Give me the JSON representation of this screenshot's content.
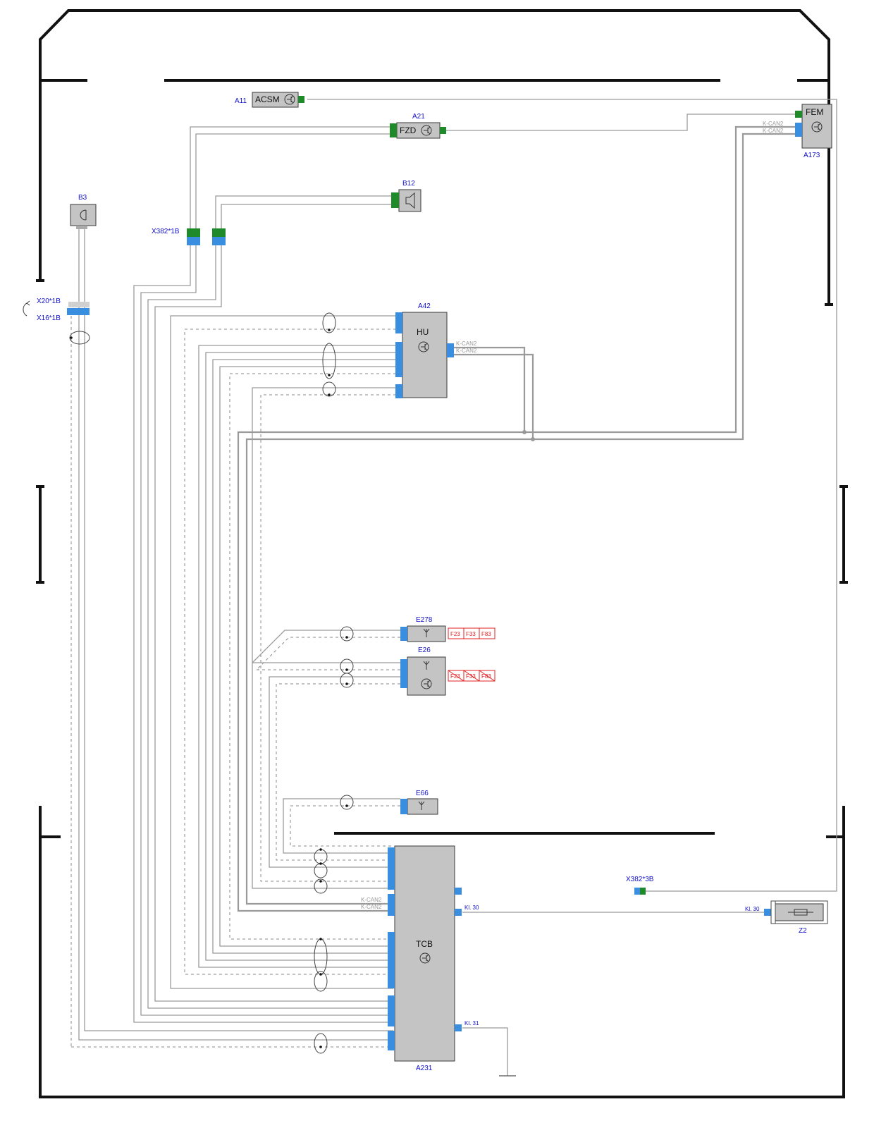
{
  "components": {
    "a11": {
      "ref": "A11",
      "name": "ACSM"
    },
    "a21": {
      "ref": "A21",
      "name": "FZD"
    },
    "a173": {
      "ref": "A173",
      "name": "FEM"
    },
    "b3": {
      "ref": "B3"
    },
    "b12": {
      "ref": "B12"
    },
    "a42": {
      "ref": "A42",
      "name": "HU"
    },
    "e278": {
      "ref": "E278"
    },
    "e26": {
      "ref": "E26"
    },
    "e66": {
      "ref": "E66"
    },
    "a231": {
      "ref": "A231",
      "name": "TCB"
    },
    "z2": {
      "ref": "Z2"
    }
  },
  "connectors": {
    "x382_1b": "X382*1B",
    "x382_3b": "X382*3B",
    "x20_1b": "X20*1B",
    "x16_1b": "X16*1B"
  },
  "bus_labels": {
    "k_can2": "K-CAN2"
  },
  "terminal_labels": {
    "kl30": "Kl. 30",
    "kl31": "Kl. 31"
  },
  "fuse_labels": [
    "F23",
    "F33",
    "F83"
  ],
  "colors": {
    "frame": "#111111",
    "wire": "#9a9a9a",
    "component_fill": "#c4c4c4",
    "label_blue": "#1010cc",
    "pin_blue": "#3a8ee0",
    "pin_green": "#1f8a2a",
    "fuse_red": "#e02020"
  },
  "icons": [
    "transistor-icon",
    "microphone-icon",
    "speaker-icon",
    "antenna-icon",
    "fuse-icon",
    "ground-icon",
    "rotate-arrow-icon"
  ]
}
